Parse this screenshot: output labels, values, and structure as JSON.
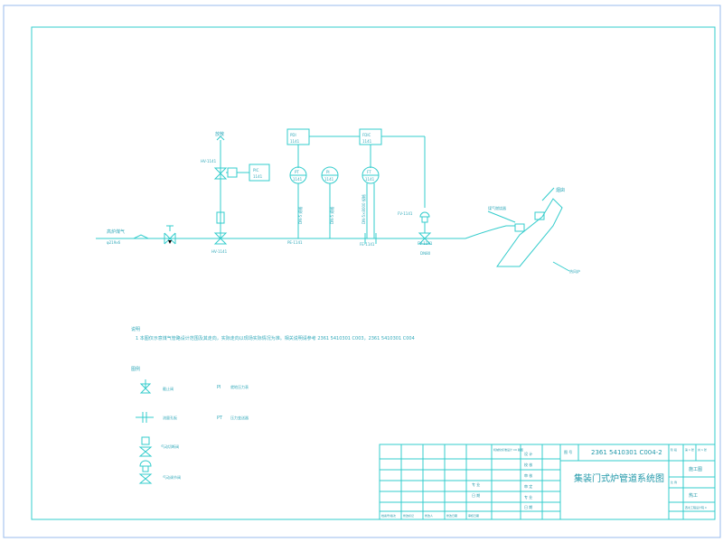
{
  "pipeline": {
    "inlet_label": "高炉煤气",
    "inlet_sub": "φ219x6",
    "outlet_top_label": "烟囱",
    "outlet_burner_label": "煤气燃烧器",
    "outlet_bottom_label": "热风炉"
  },
  "instruments": {
    "vent_label": "放散",
    "hv_top": "HV-1141",
    "pic": "PIC\n1141",
    "hv_bottom": "HV-1141",
    "pdic": "PDI\n1141",
    "fdic": "FDIC\n1141",
    "pt1": "PT\n1141",
    "pi1": "PI\n1141",
    "ft1": "FT\n1141",
    "pipe1": "DN-5 规格",
    "pipe2": "DN-5 规格",
    "pipe3": "DN-5×8000 规格",
    "pe": "PE-1141",
    "fe": "FE-1141",
    "fv_top": "FV-1141",
    "fv_bottom": "FV-1141",
    "fv_note": "DN80"
  },
  "notes": {
    "title": "说明",
    "line1": "1  本图仅示意煤气管路设计范围及其走向，实际走向以现场实际情况为准。相关说明请参考 2361 5410301 C003，2361 5410301 C004"
  },
  "legend": {
    "title": "图例",
    "items": [
      {
        "symbol": "截止阀",
        "code": "PI",
        "desc": "就地压力表"
      },
      {
        "symbol": "流量孔板",
        "code": "PT",
        "desc": "压力变送器"
      },
      {
        "symbol": "气动切断阀",
        "code": "",
        "desc": ""
      },
      {
        "symbol": "气动调节阀",
        "code": "",
        "desc": ""
      }
    ]
  },
  "title_block": {
    "drawing_no_label": "图 号",
    "drawing_no": "2361 5410301 C004-2",
    "drawing_title": "集装门式炉管道系统图",
    "stage_label": "阶 段",
    "stage": "施工图",
    "sheet_label": "第 1 张",
    "sheet_total": "共 1 张",
    "scale_label": "比 例",
    "design_label": "设 计",
    "check_label": "校 核",
    "review_label": "审 核",
    "approve_label": "审 定",
    "date_label": "日 期",
    "major_label": "专 业",
    "major": "热工",
    "bottom_cells": [
      "档案号/版次",
      "修改标记",
      "修改人",
      "修改日期",
      "审核日期"
    ],
    "top_cell": "机械化标准设计 C0 版图",
    "mid1": "专 业",
    "mid2": "日 期",
    "right_note": "西北工程设计院 C"
  }
}
